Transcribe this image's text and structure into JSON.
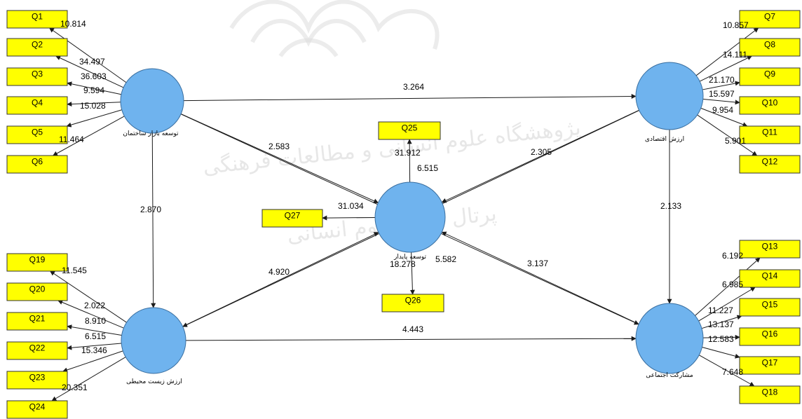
{
  "diagram": {
    "constructs": [
      {
        "id": "dev",
        "label": "توسعه بازار ساختمان"
      },
      {
        "id": "eco",
        "label": "ارزش اقتصادی"
      },
      {
        "id": "sus",
        "label": "توسعه پایدار"
      },
      {
        "id": "env",
        "label": "ارزش زیست محیطی"
      },
      {
        "id": "soc",
        "label": "مشارکت اجتماعی"
      }
    ],
    "indicators": [
      {
        "id": "Q1",
        "label": "Q1",
        "construct": "dev",
        "value": "10.814"
      },
      {
        "id": "Q2",
        "label": "Q2",
        "construct": "dev",
        "value": "34.497"
      },
      {
        "id": "Q3",
        "label": "Q3",
        "construct": "dev",
        "value": "36.603"
      },
      {
        "id": "Q4",
        "label": "Q4",
        "construct": "dev",
        "value": "9.594"
      },
      {
        "id": "Q5",
        "label": "Q5",
        "construct": "dev",
        "value": "15.028"
      },
      {
        "id": "Q6",
        "label": "Q6",
        "construct": "dev",
        "value": "11.464"
      },
      {
        "id": "Q7",
        "label": "Q7",
        "construct": "eco",
        "value": "10.857"
      },
      {
        "id": "Q8",
        "label": "Q8",
        "construct": "eco",
        "value": "14.111"
      },
      {
        "id": "Q9",
        "label": "Q9",
        "construct": "eco",
        "value": "21.170"
      },
      {
        "id": "Q10",
        "label": "Q10",
        "construct": "eco",
        "value": "15.597"
      },
      {
        "id": "Q11",
        "label": "Q11",
        "construct": "eco",
        "value": "9.954"
      },
      {
        "id": "Q12",
        "label": "Q12",
        "construct": "eco",
        "value": "5.901"
      },
      {
        "id": "Q13",
        "label": "Q13",
        "construct": "soc",
        "value": "6.192"
      },
      {
        "id": "Q14",
        "label": "Q14",
        "construct": "soc",
        "value": "6.985"
      },
      {
        "id": "Q15",
        "label": "Q15",
        "construct": "soc",
        "value": "11.227"
      },
      {
        "id": "Q16",
        "label": "Q16",
        "construct": "soc",
        "value": "13.137"
      },
      {
        "id": "Q17",
        "label": "Q17",
        "construct": "soc",
        "value": "12.583"
      },
      {
        "id": "Q18",
        "label": "Q18",
        "construct": "soc",
        "value": "7.648"
      },
      {
        "id": "Q19",
        "label": "Q19",
        "construct": "env",
        "value": "11.545"
      },
      {
        "id": "Q20",
        "label": "Q20",
        "construct": "env",
        "value": "2.022"
      },
      {
        "id": "Q21",
        "label": "Q21",
        "construct": "env",
        "value": "8.910"
      },
      {
        "id": "Q22",
        "label": "Q22",
        "construct": "env",
        "value": "6.515"
      },
      {
        "id": "Q23",
        "label": "Q23",
        "construct": "env",
        "value": "15.346"
      },
      {
        "id": "Q24",
        "label": "Q24",
        "construct": "env",
        "value": "20.351"
      },
      {
        "id": "Q25",
        "label": "Q25",
        "construct": "sus",
        "value": "31.912"
      },
      {
        "id": "Q26",
        "label": "Q26",
        "construct": "sus",
        "value": "18.278"
      },
      {
        "id": "Q27",
        "label": "Q27",
        "construct": "sus",
        "value": "31.034"
      }
    ],
    "paths": [
      {
        "from": "dev",
        "to": "eco",
        "value": "3.264"
      },
      {
        "from": "dev",
        "to": "sus",
        "value": "2.583"
      },
      {
        "from": "dev",
        "to": "soc",
        "value": "6.515"
      },
      {
        "from": "dev",
        "to": "env",
        "value": "2.870"
      },
      {
        "from": "eco",
        "to": "sus",
        "value": "2.305"
      },
      {
        "from": "eco",
        "to": "env",
        "value": "5.582"
      },
      {
        "from": "eco",
        "to": "soc",
        "value": "2.133"
      },
      {
        "from": "env",
        "to": "sus",
        "value": "4.920"
      },
      {
        "from": "soc",
        "to": "sus",
        "value": "3.137"
      },
      {
        "from": "env",
        "to": "soc",
        "value": "4.443"
      }
    ],
    "watermark": "پژوهشگاه علوم انسانی و مطالعات فرهنگی",
    "watermark2": "پرتال جامع علوم انسانی",
    "colors": {
      "indicator_fill": "#ffff00",
      "construct_fill": "#6fb3ee",
      "edge": "#1a1a1a"
    }
  }
}
